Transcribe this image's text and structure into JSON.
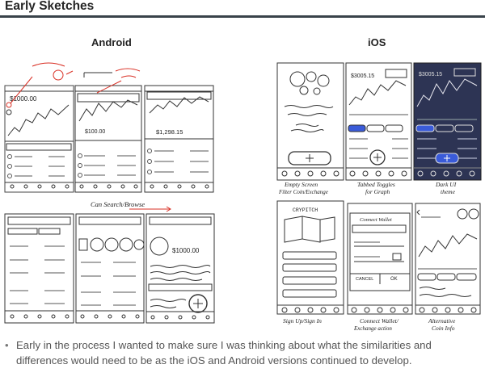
{
  "header": {
    "title": "Early Sketches"
  },
  "sections": {
    "android_heading": "Android",
    "ios_heading": "iOS"
  },
  "sketch_notes": {
    "cash_flow": "$1000.00",
    "hist_balance": "$1,298.15",
    "cheap_balance": "$100.00",
    "total_a": "$1000.00",
    "portfolio": "$3005.15",
    "dark_portfolio": "$3005.15",
    "can_search": "Can Search/Browse",
    "cryptich": "CRYPITCH",
    "connect_wallet": "Connect Wallet",
    "cancel": "CANCEL",
    "ok": "OK",
    "cap_empty": "Empty Screen",
    "cap_empty2": "Filter Coin/Exchange",
    "cap_tabbed": "Tabbed Toggles",
    "cap_tabbed2": "for Graph",
    "cap_dark": "Dark UI",
    "cap_dark2": "theme",
    "cap_signup": "Sign Up/Sign In",
    "cap_connect": "Connect Wallet/",
    "cap_connect2": "Exchange action",
    "cap_alt": "Alternative",
    "cap_alt2": "Coin Info"
  },
  "body": {
    "line1": "Early in the process I wanted to make sure I was thinking about what the similarities and",
    "line2": "differences would need to be as the iOS and Android versions continued to develop.",
    "bullet": "•"
  },
  "colors": {
    "rule": "#39424a",
    "sketch": "#333333",
    "accent": "#d93025",
    "dark_screen": "#2d3454",
    "highlight": "#3a5bd9"
  }
}
